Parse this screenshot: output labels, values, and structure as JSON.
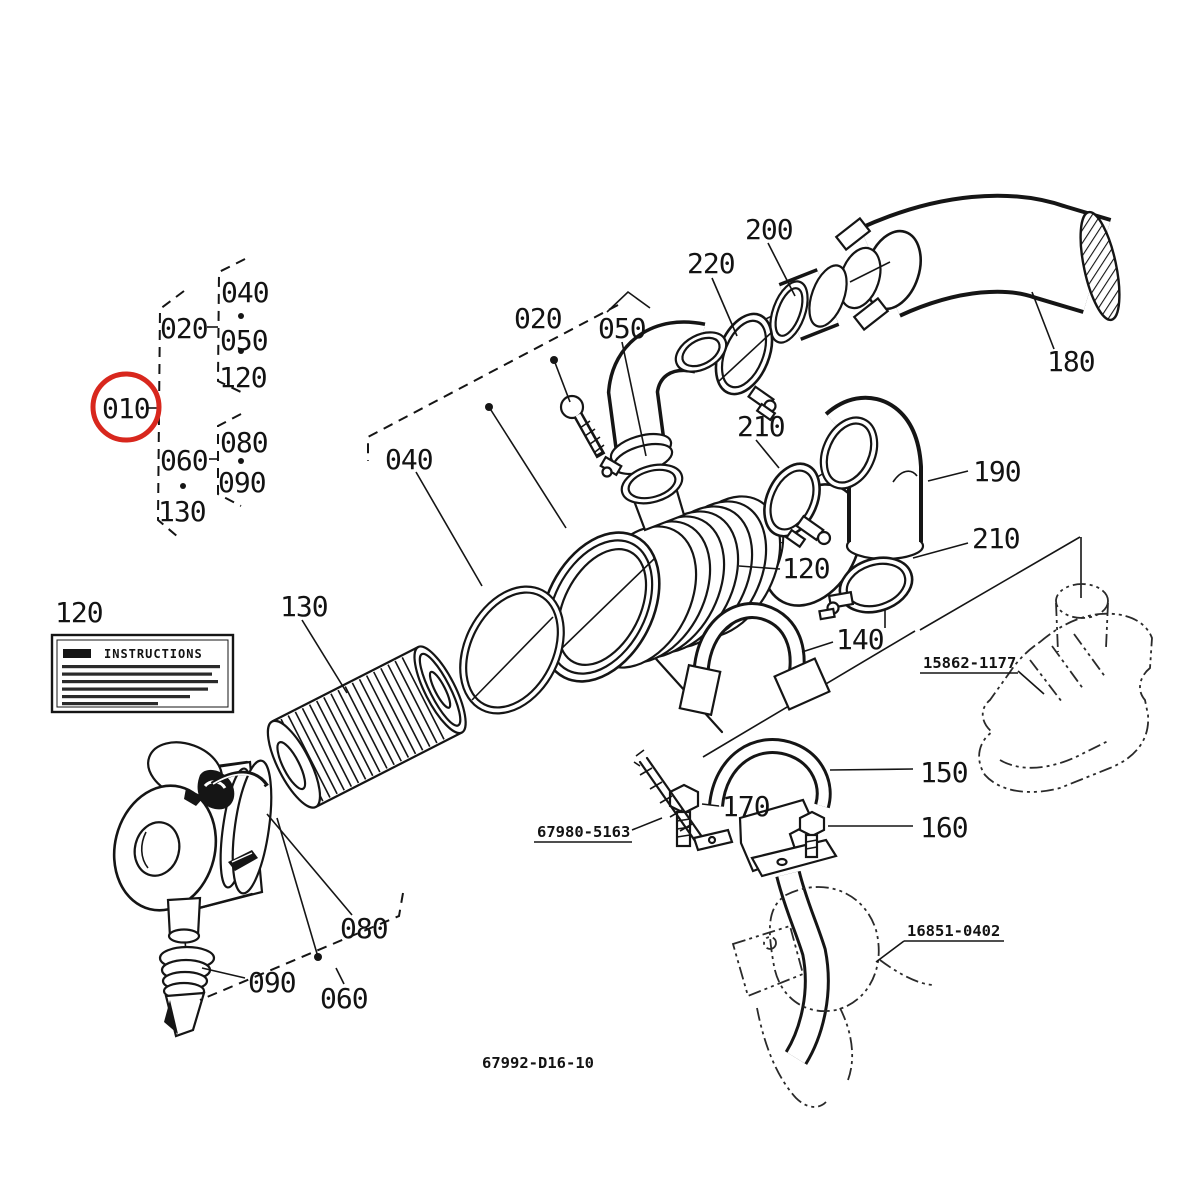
{
  "labels": {
    "n010": "010",
    "n020": "020",
    "n040": "040",
    "n050": "050",
    "n060": "060",
    "n080": "080",
    "n090": "090",
    "n120": "120",
    "n130": "130",
    "n140": "140",
    "n150": "150",
    "n160": "160",
    "n170": "170",
    "n180": "180",
    "n190": "190",
    "n200": "200",
    "n210": "210",
    "n220": "220"
  },
  "part_numbers": {
    "manifold_ref": "15862-1177",
    "stay_ref": "67980-5163",
    "engine_ref": "16851-0402"
  },
  "diagram_code": "67992-D16-10",
  "decal": {
    "callout": "120",
    "title": "INSTRUCTIONS"
  },
  "colors": {
    "line": "#151515",
    "highlight_red": "#d8271d",
    "paper": "#ffffff"
  }
}
